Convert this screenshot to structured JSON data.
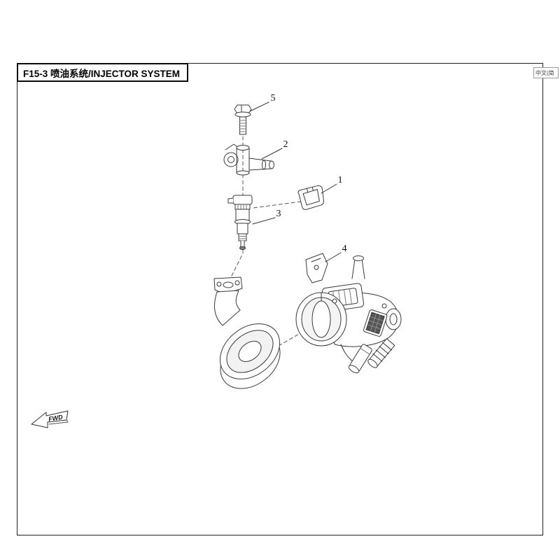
{
  "page": {
    "title": "F15-3 喷油系统/INJECTOR SYSTEM",
    "lang_tab": "中文(简",
    "fwd_label": "FWD"
  },
  "callouts": [
    {
      "num": "1"
    },
    {
      "num": "2"
    },
    {
      "num": "3"
    },
    {
      "num": "4"
    },
    {
      "num": "5"
    }
  ],
  "parts": [
    {
      "callout": "1",
      "name": "injector-retaining-clip"
    },
    {
      "callout": "2",
      "name": "fuel-inlet-joint"
    },
    {
      "callout": "3",
      "name": "fuel-injector"
    },
    {
      "callout": "4",
      "name": "throttle-body"
    },
    {
      "callout": "5",
      "name": "flange-bolt"
    }
  ]
}
